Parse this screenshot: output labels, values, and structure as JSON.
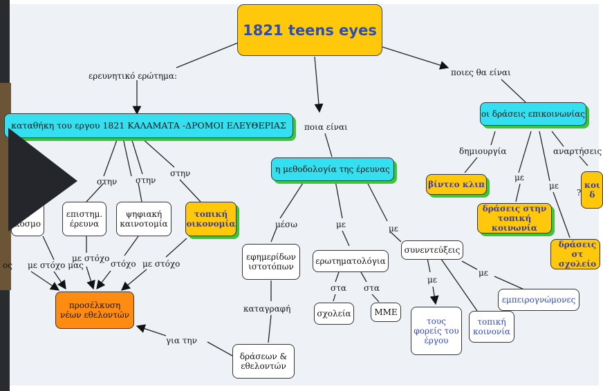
{
  "title": "1821 teens eyes",
  "nodes": {
    "main_topic": "καταθήκη του εργου 1821 ΚΑΛΑΜΑΤΑ -ΔΡΟΜΟΙ ΕΛΕΥΘΕΡΙΑΣ",
    "kosmo": "κόσμο",
    "kosmo_partial": "ο",
    "episth": "επιστημ.\nέρευνα",
    "psifiaki": "ψηφιακή\nκαινοτομία",
    "topiki_oikonomia": "τοπική\nοικονομία",
    "proselkysi": "προσέλκυση\nνέων εθελοντών",
    "methodologia": "η μεθοδολογία της έρευνας",
    "efimeridon": "εφημερίδων\nιστοτόπων",
    "erotimatologia": "ερωτηματολόγια",
    "sxoleia": "σχολεία",
    "mme": "ΜΜΕ",
    "synenteuxeis": "συνεντεύξεις",
    "foreis": "τους\nφορείς του\nέργου",
    "topiki_koinonia": "τοπική\nκοινονία",
    "empeirognomones": "εμπειρογνώμονες",
    "draseon": "δράσεων &\nεθελοντών",
    "draseis_epik": "οι δράσεις επικοινωνίας",
    "video": "βίντεο κλιπ",
    "draseis_topiki": "δράσεις στην\nτοπική κοινωνία",
    "draseis_sxoleio": "δράσεις στ\nσχολείο",
    "koi_partial": "κοι\nδ"
  },
  "labels": {
    "erevnitiko": "ερευνητικό ερώτημα:",
    "poia_einai": "ποια είναι",
    "poies_tha_einai": "ποιες θα είναι",
    "stin1": "στην",
    "stin2": "στην",
    "stin3": "στην",
    "me_stoxo1": "με στόχο μας",
    "me_stoxo2": "με στόχο",
    "stoxo": "στόχο",
    "me_stoxo3": "με στόχο",
    "os": "ος",
    "meso": "μέσω",
    "me1": "με",
    "me2": "με",
    "sta1": "στα",
    "sta2": "στα",
    "katagrafi": "καταγραφή",
    "gia_tin": "για την",
    "me3": "με",
    "me4": "με",
    "dimiourgia": "δημιουργία",
    "anartiseis": "αναρτήσεις",
    "me5": "με",
    "me6": "με",
    "q": "?"
  },
  "colors": {
    "cyan": "#34e0f0",
    "yellow": "#ffc80a",
    "orange": "#ff8c10",
    "shadow_green": "#3cc43c",
    "title_blue": "#2b4db5"
  },
  "overlay": {
    "icon": "play-icon"
  }
}
